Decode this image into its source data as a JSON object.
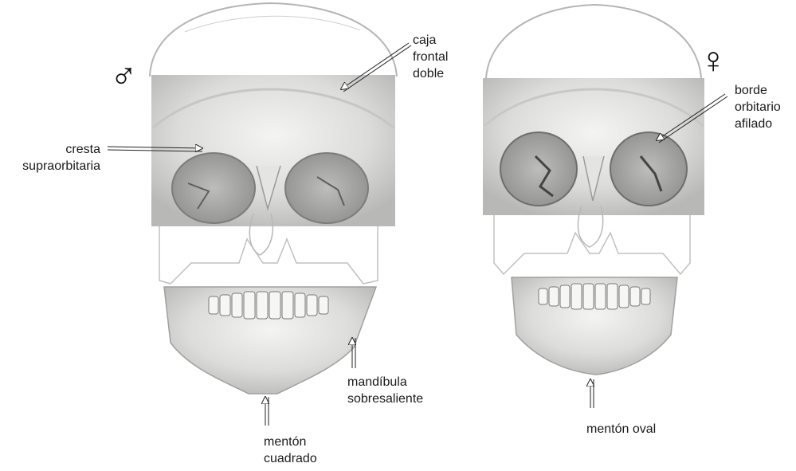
{
  "male": {
    "symbol": "♂",
    "labels": {
      "frontal": [
        "caja",
        "frontal",
        "doble"
      ],
      "ridge": [
        "cresta",
        "supraorbitaria"
      ],
      "jaw": [
        "mandíbula",
        "sobresaliente"
      ],
      "chin": [
        "mentón",
        "cuadrado"
      ]
    }
  },
  "female": {
    "symbol": "♀",
    "labels": {
      "orbit": [
        "borde",
        "orbitario",
        "afilado"
      ],
      "chin": [
        "mentón oval"
      ]
    }
  }
}
